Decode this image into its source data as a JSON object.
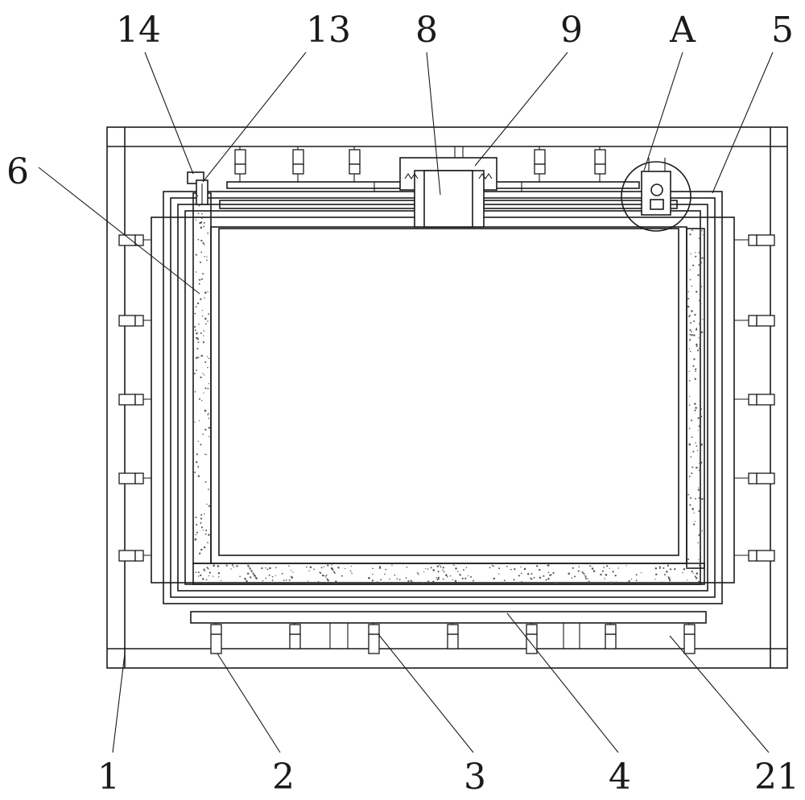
{
  "diagram": {
    "callouts": [
      {
        "id": "1",
        "label": "1"
      },
      {
        "id": "2",
        "label": "2"
      },
      {
        "id": "3",
        "label": "3"
      },
      {
        "id": "4",
        "label": "4"
      },
      {
        "id": "5",
        "label": "5"
      },
      {
        "id": "6",
        "label": "6"
      },
      {
        "id": "8",
        "label": "8"
      },
      {
        "id": "9",
        "label": "9"
      },
      {
        "id": "13",
        "label": "13"
      },
      {
        "id": "14",
        "label": "14"
      },
      {
        "id": "21",
        "label": "21"
      },
      {
        "id": "A",
        "label": "A"
      }
    ],
    "colors": {
      "line": "#1a1a1a",
      "background": "#ffffff",
      "speckle": "#555555"
    }
  }
}
